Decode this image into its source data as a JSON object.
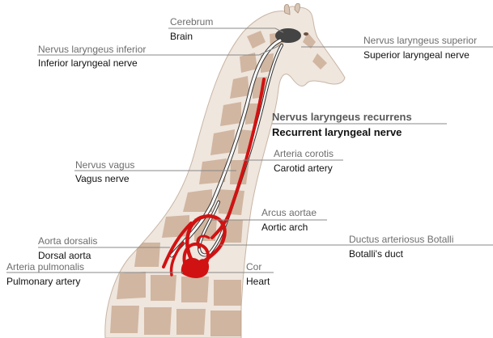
{
  "labels": {
    "cerebrum": {
      "latin": "Cerebrum",
      "common": "Brain"
    },
    "n_laryngeus_inferior": {
      "latin": "Nervus laryngeus inferior",
      "common": "Inferior laryngeal nerve"
    },
    "n_laryngeus_superior": {
      "latin": "Nervus laryngeus superior",
      "common": "Superior laryngeal nerve"
    },
    "n_laryngeus_recurrens": {
      "latin": "Nervus laryngeus recurrens",
      "common": "Recurrent laryngeal nerve"
    },
    "a_corotis": {
      "latin": "Arteria corotis",
      "common": "Carotid artery"
    },
    "n_vagus": {
      "latin": "Nervus vagus",
      "common": "Vagus nerve"
    },
    "arcus_aortae": {
      "latin": "Arcus aortae",
      "common": "Aortic arch"
    },
    "aorta_dorsalis": {
      "latin": "Aorta dorsalis",
      "common": "Dorsal aorta"
    },
    "ductus_arteriosus": {
      "latin": "Ductus arteriosus Botalli",
      "common": "Botalli's duct"
    },
    "a_pulmonalis": {
      "latin": "Arteria pulmonalis",
      "common": "Pulmonary artery"
    },
    "cor": {
      "latin": "Cor",
      "common": "Heart"
    }
  },
  "colors": {
    "giraffe_base": "#efe6de",
    "giraffe_patch": "#b88e70",
    "artery": "#d11212",
    "nerve_outline": "#333333",
    "nerve_fill": "#ffffff",
    "leader_line": "#888888"
  }
}
